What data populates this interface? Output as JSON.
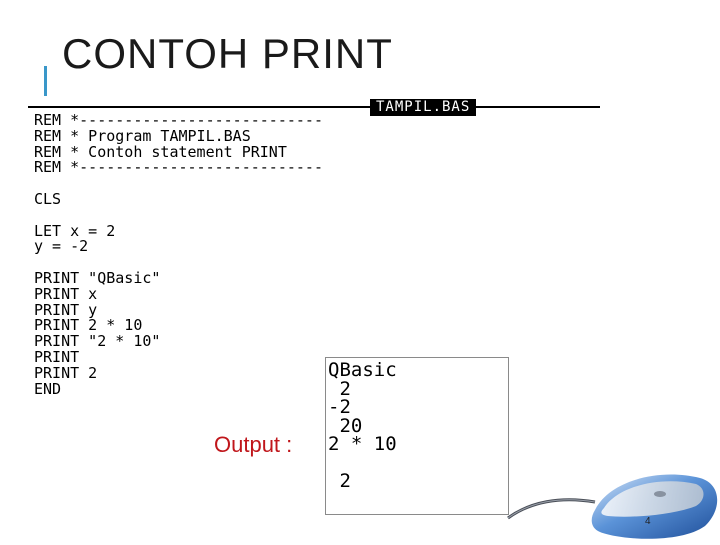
{
  "slide": {
    "title": "CONTOH PRINT",
    "page_number": "4"
  },
  "editor": {
    "filename": "TAMPIL.BAS",
    "lines": [
      "REM *---------------------------",
      "REM * Program TAMPIL.BAS",
      "REM * Contoh statement PRINT",
      "REM *---------------------------",
      "",
      "CLS",
      "",
      "LET x = 2",
      "y = -2",
      "",
      "PRINT \"QBasic\"",
      "PRINT x",
      "PRINT y",
      "PRINT 2 * 10",
      "PRINT \"2 * 10\"",
      "PRINT",
      "PRINT 2",
      "END"
    ]
  },
  "output": {
    "label": "Output :",
    "lines": [
      "QBasic",
      " 2",
      "-2",
      " 20",
      "2 * 10",
      "",
      " 2"
    ]
  },
  "colors": {
    "accent": "#3a97c9",
    "output_label": "#c0161b",
    "mouse_body": "#2f6fc0"
  },
  "decoration": {
    "mouse": "computer-mouse-icon"
  }
}
